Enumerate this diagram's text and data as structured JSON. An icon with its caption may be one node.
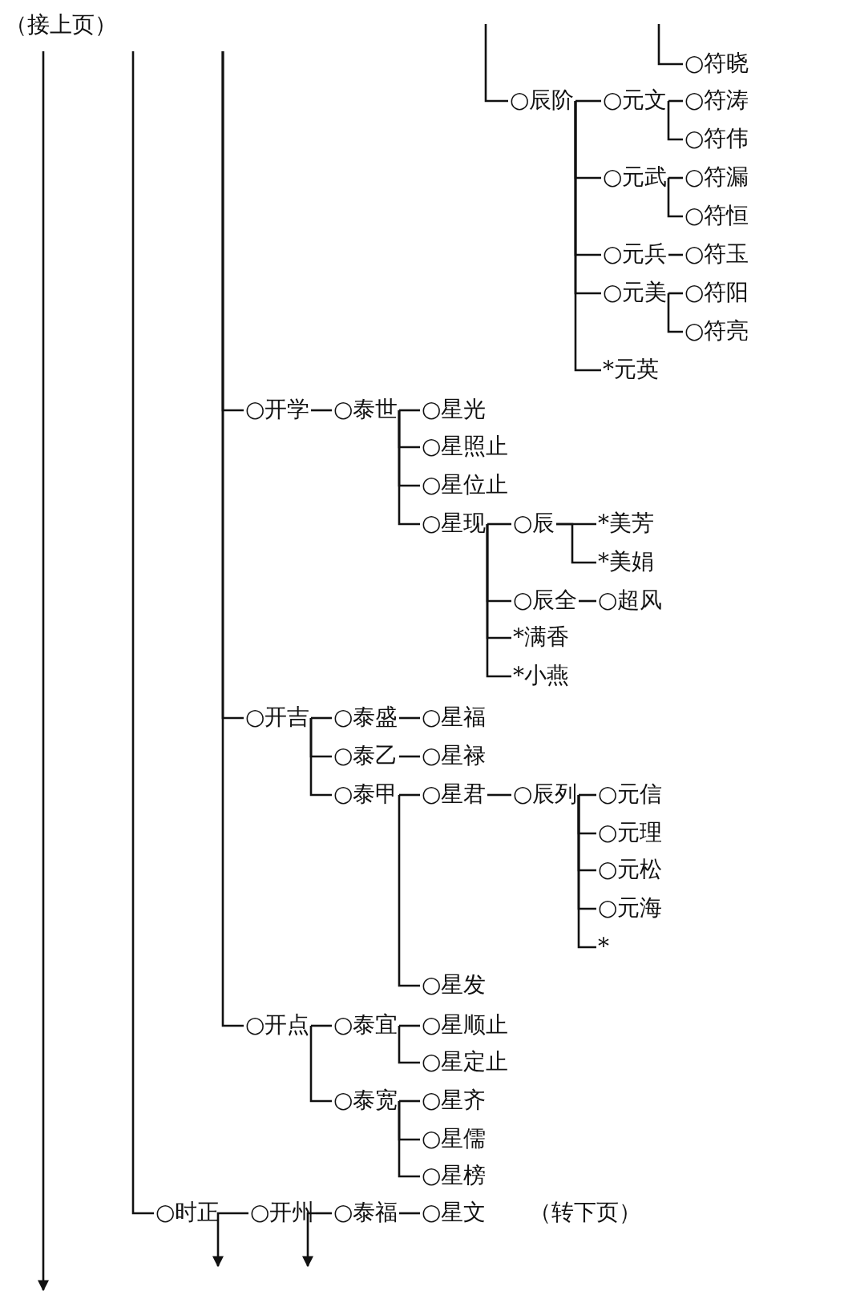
{
  "diagram": {
    "nodes": [
      {
        "text": [
          "○符晓"
        ]
      },
      {
        "text": [
          "○辰阶"
        ]
      },
      {
        "text": [
          "○元文"
        ]
      },
      {
        "text": [
          "○符涛"
        ]
      },
      {
        "text": [
          "○符伟"
        ]
      },
      {
        "text": [
          "○元武"
        ]
      },
      {
        "text": [
          "○符漏"
        ]
      },
      {
        "text": [
          "○符恒"
        ]
      },
      {
        "text": [
          "○元兵"
        ]
      },
      {
        "text": [
          "○符玉"
        ]
      },
      {
        "text": [
          "○元美"
        ]
      },
      {
        "text": [
          "○符阳"
        ]
      },
      {
        "text": [
          "○符亮"
        ]
      },
      {
        "text": [
          "*元英"
        ]
      },
      {
        "text": [
          "○开学"
        ]
      },
      {
        "text": [
          "○泰世"
        ]
      },
      {
        "text": [
          "○星光"
        ]
      },
      {
        "text": [
          "○星照止"
        ]
      },
      {
        "text": [
          "○星位止"
        ]
      },
      {
        "text": [
          "○星现"
        ]
      },
      {
        "text": [
          "○辰"
        ]
      },
      {
        "text": [
          "*美芳"
        ]
      },
      {
        "text": [
          "*美娟"
        ]
      },
      {
        "text": [
          "○辰全"
        ]
      },
      {
        "text": [
          "○超风"
        ]
      },
      {
        "text": [
          "*满香"
        ]
      },
      {
        "text": [
          "*小燕"
        ]
      },
      {
        "text": [
          "○开吉"
        ]
      },
      {
        "text": [
          "○泰盛"
        ]
      },
      {
        "text": [
          "○星福"
        ]
      },
      {
        "text": [
          "○泰乙"
        ]
      },
      {
        "text": [
          "○星禄"
        ]
      },
      {
        "text": [
          "○泰甲"
        ]
      },
      {
        "text": [
          "○星君"
        ]
      },
      {
        "text": [
          "○辰列"
        ]
      },
      {
        "text": [
          "○元信"
        ]
      },
      {
        "text": [
          "○元理"
        ]
      },
      {
        "text": [
          "○元松"
        ]
      },
      {
        "text": [
          "○元海"
        ]
      },
      {
        "text": [
          "*"
        ]
      },
      {
        "text": [
          "○星发"
        ]
      },
      {
        "text": [
          "○开点"
        ]
      },
      {
        "text": [
          "○泰宜"
        ]
      },
      {
        "text": [
          "○星顺止"
        ]
      },
      {
        "text": [
          "○星定止"
        ]
      },
      {
        "text": [
          "○泰宽"
        ]
      },
      {
        "text": [
          "○星齐"
        ]
      },
      {
        "text": [
          "○星儒"
        ]
      },
      {
        "text": [
          "○星榜"
        ]
      },
      {
        "text": [
          "○时正"
        ]
      },
      {
        "text": [
          "○开州"
        ]
      },
      {
        "text": [
          "○泰福"
        ]
      },
      {
        "text": [
          "○星文"
        ]
      }
    ],
    "edges": [
      {
        "from": null,
        "to": 0,
        "arrow": "none"
      },
      {
        "from": null,
        "to": 1,
        "arrow": "none"
      },
      {
        "from": 1,
        "to": 2,
        "arrow": "none"
      },
      {
        "from": 2,
        "to": 3,
        "arrow": "none"
      },
      {
        "from": 2,
        "to": 4,
        "arrow": "none"
      },
      {
        "from": 1,
        "to": 5,
        "arrow": "none"
      },
      {
        "from": 5,
        "to": 6,
        "arrow": "none"
      },
      {
        "from": 5,
        "to": 7,
        "arrow": "none"
      },
      {
        "from": 1,
        "to": 8,
        "arrow": "none"
      },
      {
        "from": 8,
        "to": 9,
        "arrow": "none"
      },
      {
        "from": 1,
        "to": 10,
        "arrow": "none"
      },
      {
        "from": 10,
        "to": 11,
        "arrow": "none"
      },
      {
        "from": 10,
        "to": 12,
        "arrow": "none"
      },
      {
        "from": 1,
        "to": 13,
        "arrow": "none"
      },
      {
        "from": null,
        "to": 14,
        "arrow": "none"
      },
      {
        "from": 14,
        "to": 15,
        "arrow": "none"
      },
      {
        "from": 15,
        "to": 16,
        "arrow": "none"
      },
      {
        "from": 15,
        "to": 17,
        "arrow": "none"
      },
      {
        "from": 15,
        "to": 18,
        "arrow": "none"
      },
      {
        "from": 15,
        "to": 19,
        "arrow": "none"
      },
      {
        "from": 19,
        "to": 20,
        "arrow": "none"
      },
      {
        "from": 20,
        "to": 21,
        "arrow": "none"
      },
      {
        "from": 20,
        "to": 22,
        "arrow": "none"
      },
      {
        "from": 19,
        "to": 23,
        "arrow": "none"
      },
      {
        "from": 23,
        "to": 24,
        "arrow": "none"
      },
      {
        "from": 19,
        "to": 25,
        "arrow": "none"
      },
      {
        "from": 19,
        "to": 26,
        "arrow": "none"
      },
      {
        "from": null,
        "to": 27,
        "arrow": "none"
      },
      {
        "from": 27,
        "to": 28,
        "arrow": "none"
      },
      {
        "from": 28,
        "to": 29,
        "arrow": "none"
      },
      {
        "from": 27,
        "to": 30,
        "arrow": "none"
      },
      {
        "from": 30,
        "to": 31,
        "arrow": "none"
      },
      {
        "from": 27,
        "to": 32,
        "arrow": "none"
      },
      {
        "from": 32,
        "to": 33,
        "arrow": "none"
      },
      {
        "from": 33,
        "to": 34,
        "arrow": "none"
      },
      {
        "from": 34,
        "to": 35,
        "arrow": "none"
      },
      {
        "from": 34,
        "to": 36,
        "arrow": "none"
      },
      {
        "from": 34,
        "to": 37,
        "arrow": "none"
      },
      {
        "from": 34,
        "to": 38,
        "arrow": "none"
      },
      {
        "from": 34,
        "to": 39,
        "arrow": "none"
      },
      {
        "from": 32,
        "to": 40,
        "arrow": "none"
      },
      {
        "from": null,
        "to": 41,
        "arrow": "none"
      },
      {
        "from": 41,
        "to": 42,
        "arrow": "none"
      },
      {
        "from": 42,
        "to": 43,
        "arrow": "none"
      },
      {
        "from": 42,
        "to": 44,
        "arrow": "none"
      },
      {
        "from": 41,
        "to": 45,
        "arrow": "none"
      },
      {
        "from": 45,
        "to": 46,
        "arrow": "none"
      },
      {
        "from": 45,
        "to": 47,
        "arrow": "none"
      },
      {
        "from": 45,
        "to": 48,
        "arrow": "none"
      },
      {
        "from": null,
        "to": 49,
        "arrow": "none"
      },
      {
        "from": 49,
        "to": 50,
        "arrow": "none"
      },
      {
        "from": 50,
        "to": 51,
        "arrow": "none"
      },
      {
        "from": 51,
        "to": 52,
        "arrow": "none"
      },
      {
        "from": 49,
        "to": null,
        "arrow": "to"
      },
      {
        "from": 50,
        "to": null,
        "arrow": "to"
      }
    ],
    "labels": [
      "（接上页）",
      "（转下页）"
    ]
  }
}
